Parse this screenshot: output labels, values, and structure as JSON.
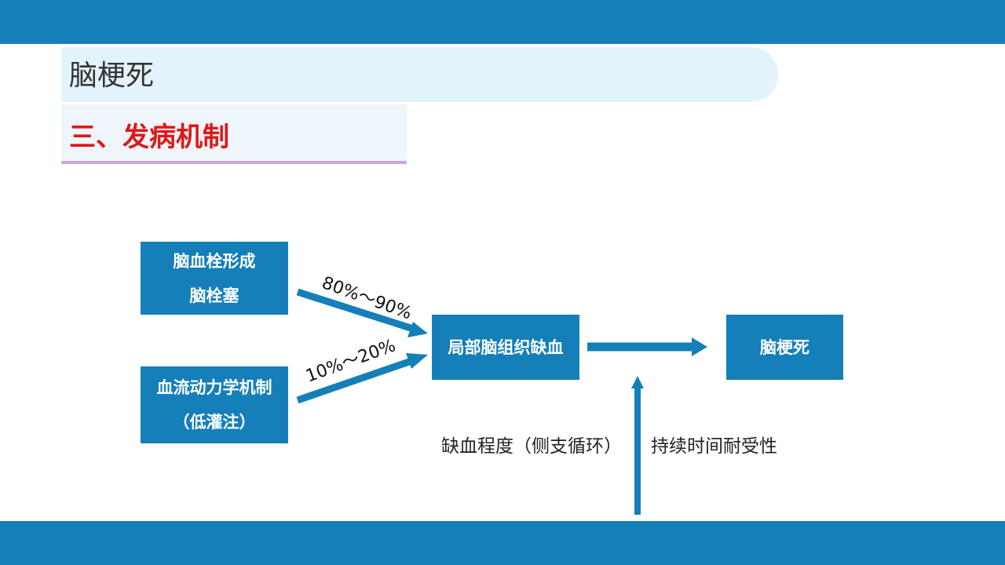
{
  "header": {
    "title": "脑梗死",
    "subtitle": "三、发病机制"
  },
  "diagram": {
    "box_thrombosis": {
      "line1": "脑血栓形成",
      "line2": "脑栓塞"
    },
    "box_hemodynamic": {
      "line1": "血流动力学机制",
      "line2": "（低灌注）"
    },
    "box_ischemia": "局部脑组织缺血",
    "box_infarct": "脑梗死",
    "edge_thrombosis_label": "80%～90%",
    "edge_hemodynamic_label": "10%～20%",
    "factor_left": "缺血程度（侧支循环）",
    "factor_right": "持续时间耐受性"
  },
  "colors": {
    "brand_blue": "#147fb8",
    "title_band": "#e3f3fb",
    "subtitle_red": "#e01818"
  }
}
